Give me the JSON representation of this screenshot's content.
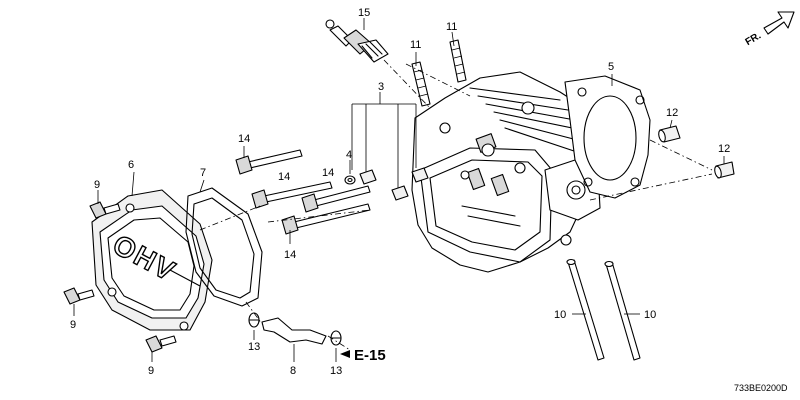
{
  "diagram": {
    "part_numbers": {
      "p15": "15",
      "p11a": "11",
      "p11b": "11",
      "p3": "3",
      "p5": "5",
      "p12a": "12",
      "p12b": "12",
      "p14a": "14",
      "p14b": "14",
      "p14c": "14",
      "p14d": "14",
      "p4": "4",
      "p6": "6",
      "p7": "7",
      "p9a": "9",
      "p9b": "9",
      "p9c": "9",
      "p10a": "10",
      "p10b": "10",
      "p13a": "13",
      "p13b": "13",
      "p8": "8"
    },
    "ref_label": "E-15",
    "direction_label": "FR.",
    "cover_text": "OHV",
    "drawing_code": "733BE0200D"
  }
}
